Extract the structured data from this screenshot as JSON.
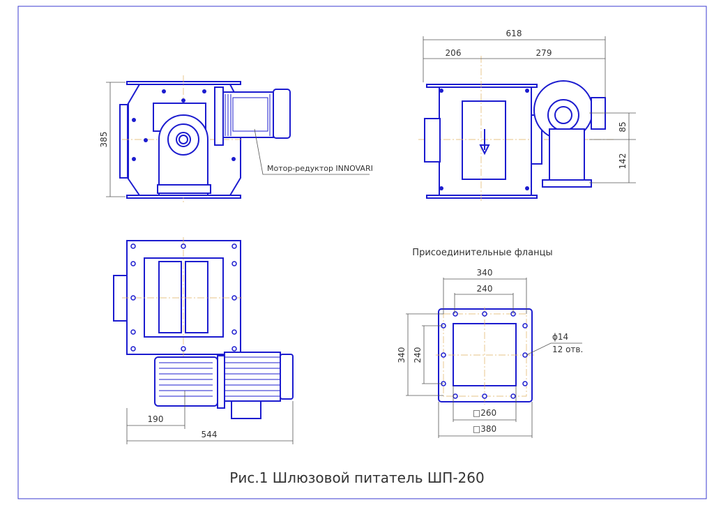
{
  "drawing": {
    "caption": "Рис.1 Шлюзовой питатель ШП-260",
    "colors": {
      "line": "#1c1ccf",
      "dimension": "#555555",
      "centerline": "#e0b060"
    },
    "front_view": {
      "dim_height": "385",
      "motor_label": "Мотор-редуктор INNOVARI"
    },
    "side_view": {
      "dim_total": "618",
      "dim_left": "206",
      "dim_right": "279",
      "dim_v1": "85",
      "dim_v2": "142"
    },
    "top_view": {
      "dim_offset": "190",
      "dim_total": "544"
    },
    "flange_view": {
      "title": "Присоединительные фланцы",
      "dim_outer_h": "340",
      "dim_inner_h": "240",
      "dim_outer_v": "340",
      "dim_inner_v": "240",
      "hole_diameter": "ϕ14",
      "hole_count": "12 отв.",
      "opening_size": "□260",
      "flange_size": "□380"
    }
  }
}
